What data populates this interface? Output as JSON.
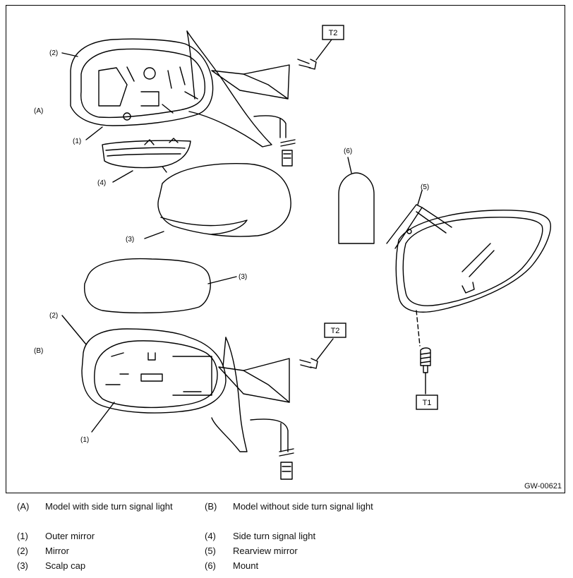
{
  "figure": {
    "drawing_code": "GW-00621",
    "torque_labels": {
      "t1": "T1",
      "t2": "T2"
    },
    "section_labels": {
      "a": "(A)",
      "b": "(B)"
    },
    "callouts": {
      "c1": "(1)",
      "c2": "(2)",
      "c3": "(3)",
      "c4": "(4)",
      "c5": "(5)",
      "c6": "(6)"
    }
  },
  "legend": {
    "models": [
      {
        "code": "(A)",
        "text": "Model with side turn signal light"
      },
      {
        "code": "(B)",
        "text": "Model without side turn signal light"
      }
    ],
    "parts": [
      {
        "code": "(1)",
        "text": "Outer mirror"
      },
      {
        "code": "(2)",
        "text": "Mirror"
      },
      {
        "code": "(3)",
        "text": "Scalp cap"
      },
      {
        "code": "(4)",
        "text": "Side turn signal light"
      },
      {
        "code": "(5)",
        "text": "Rearview mirror"
      },
      {
        "code": "(6)",
        "text": "Mount"
      }
    ]
  }
}
